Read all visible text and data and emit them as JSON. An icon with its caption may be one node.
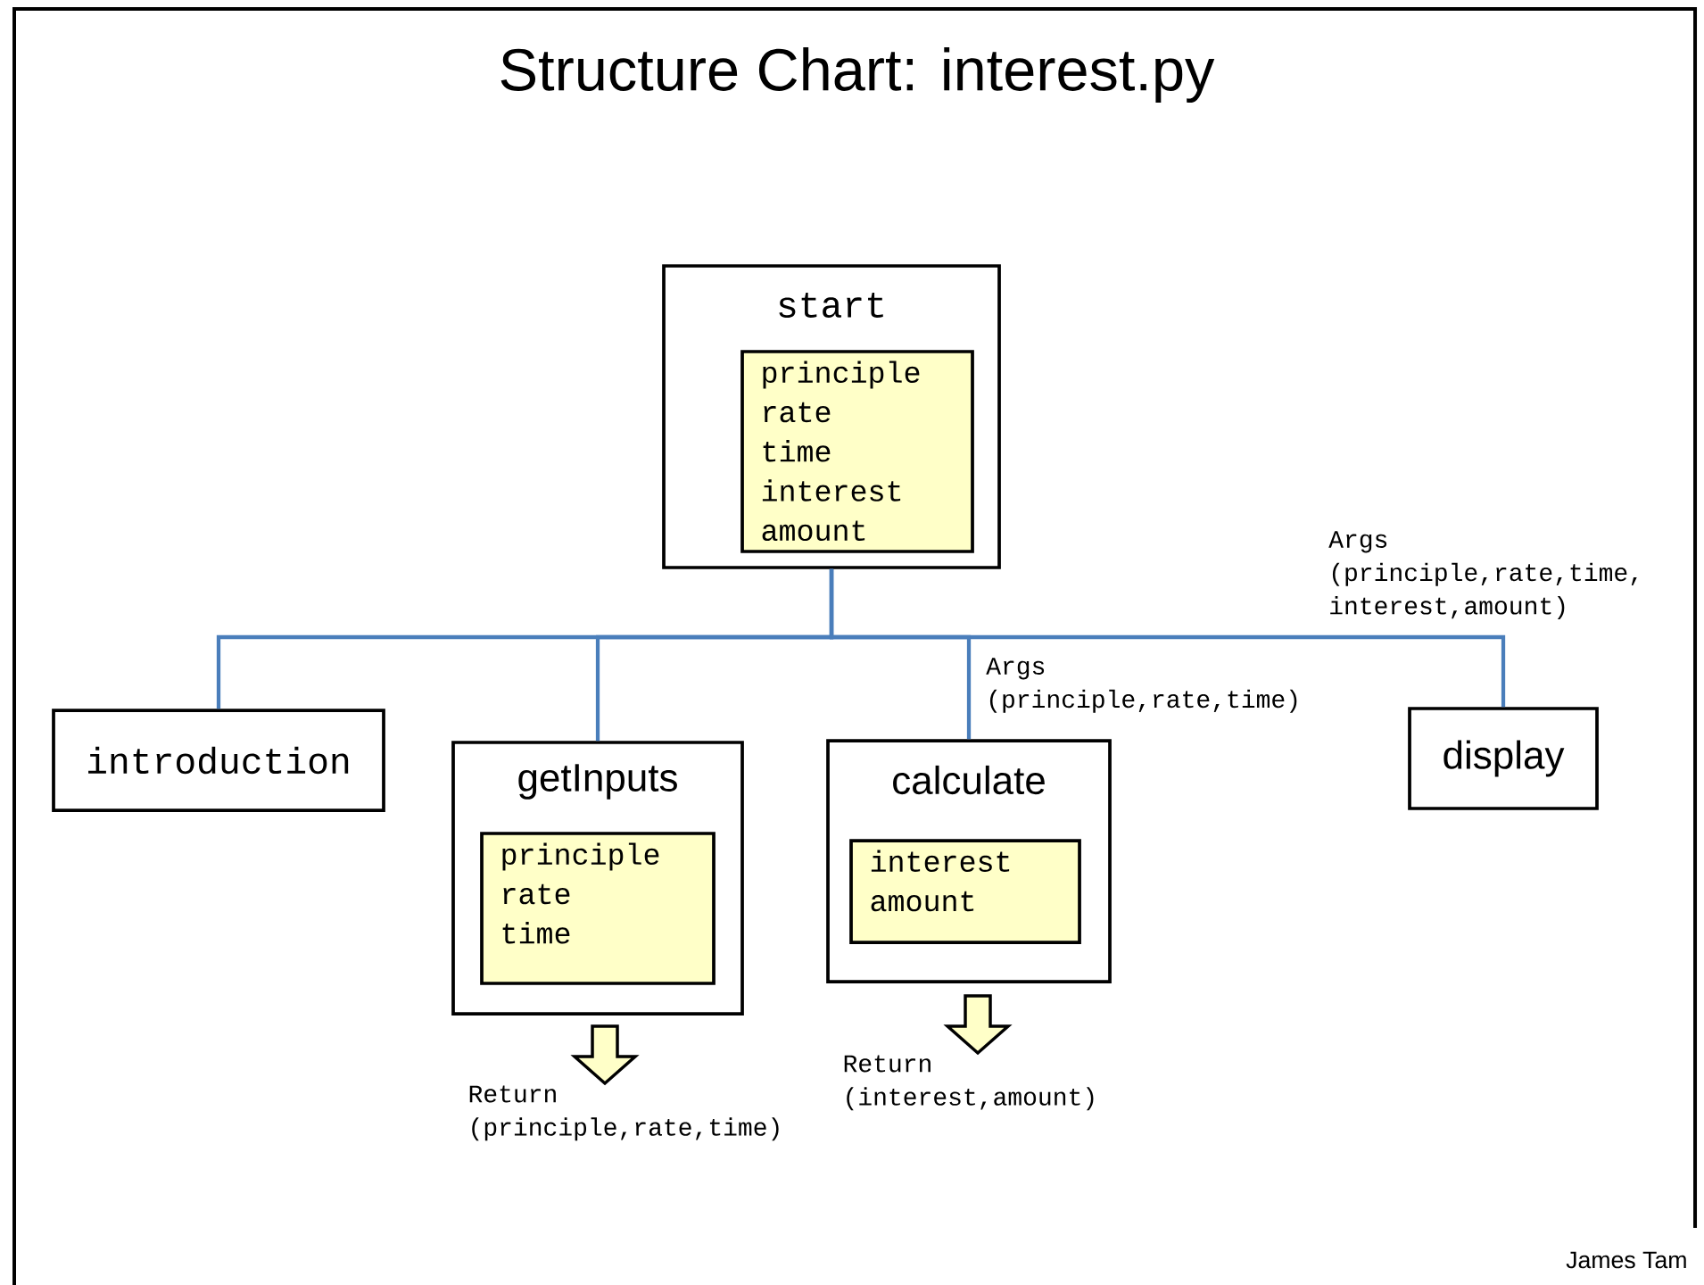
{
  "diagram": {
    "title": "Structure Chart: interest.py",
    "nodes": [
      {
        "text": [
          "start"
        ]
      },
      {
        "text": [
          "principle",
          "rate",
          "time",
          "interest",
          "amount"
        ],
        "in": 0
      },
      {
        "text": [
          "introduction"
        ]
      },
      {
        "text": [
          "getInputs"
        ],
        "beside": [
          "Return (principle,rate,time)"
        ]
      },
      {
        "text": [
          "principle",
          "rate",
          "time"
        ],
        "in": 3
      },
      {
        "text": [
          "calculate"
        ],
        "beside": [
          "Return (interest,amount)"
        ]
      },
      {
        "text": [
          "interest",
          "amount"
        ],
        "in": 5
      },
      {
        "text": [
          "display"
        ]
      }
    ],
    "edges": [
      {
        "from": 0,
        "to": 2,
        "arrow": "none"
      },
      {
        "from": 0,
        "to": 3,
        "arrow": "none"
      },
      {
        "from": 0,
        "to": 5,
        "arrow": "none",
        "label": "Args (principle,rate,time)"
      },
      {
        "from": 0,
        "to": 7,
        "arrow": "none",
        "label": "Args (principle,rate,time, interest,amount)"
      }
    ],
    "labels": [
      "James Tam"
    ]
  }
}
